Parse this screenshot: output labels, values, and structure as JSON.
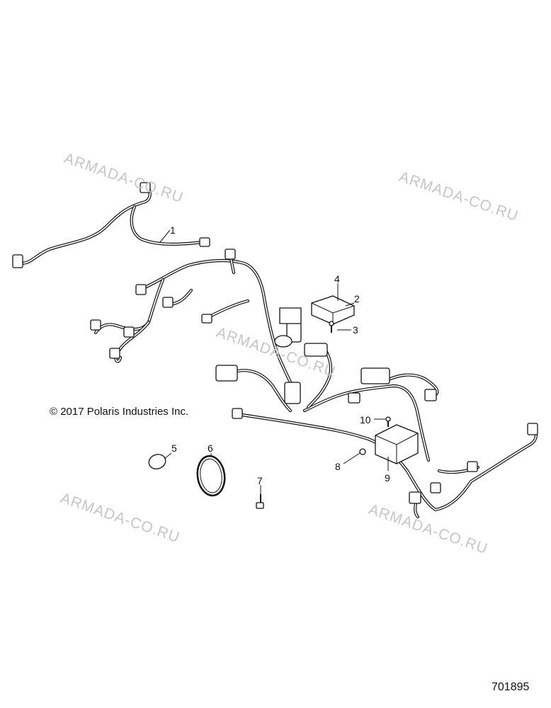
{
  "watermark_text": "ARMADA-CO.RU",
  "copyright": "© 2017 Polaris Industries Inc.",
  "figure_number": "701895",
  "callouts": [
    "1",
    "2",
    "3",
    "4",
    "5",
    "6",
    "7",
    "8",
    "9",
    "10"
  ]
}
